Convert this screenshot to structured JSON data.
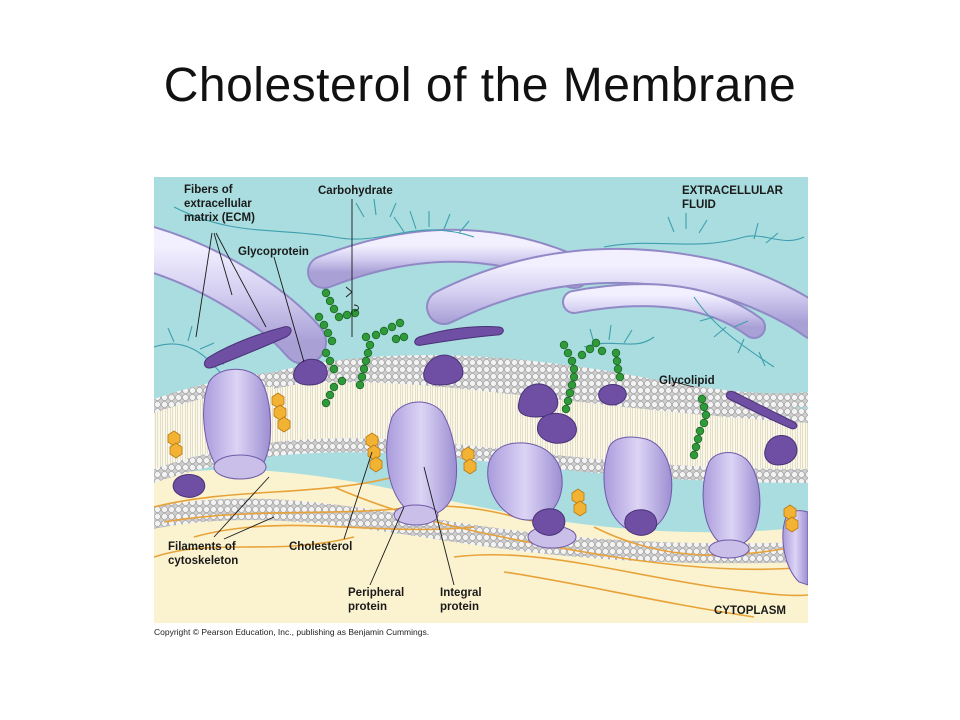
{
  "slide": {
    "title": "Cholesterol of the Membrane"
  },
  "figure": {
    "labels": {
      "fibers_line1": "Fibers of",
      "fibers_line2": "extracellular",
      "fibers_line3": "matrix (ECM)",
      "carbohydrate": "Carbohydrate",
      "glycoprotein": "Glycoprotein",
      "extracellular_line1": "EXTRACELLULAR",
      "extracellular_line2": "FLUID",
      "glycolipid": "Glycolipid",
      "filaments_line1": "Filaments of",
      "filaments_line2": "cytoskeleton",
      "cholesterol": "Cholesterol",
      "peripheral_line1": "Peripheral",
      "peripheral_line2": "protein",
      "integral_line1": "Integral",
      "integral_line2": "protein",
      "cytoplasm": "CYTOPLASM"
    },
    "copyright": "Copyright © Pearson Education, Inc., publishing as Benjamin Cummings.",
    "colors": {
      "extracellular": "#a9dde0",
      "cytoplasm": "#fbf3cf",
      "protein": "#c9bfe8",
      "peripheral_protein": "#6e4fa3",
      "carbohydrate": "#2f9a3a",
      "cholesterol": "#f2b233",
      "filament": "#e8a23a",
      "phospholipid_head": "#e9e9e9"
    }
  }
}
